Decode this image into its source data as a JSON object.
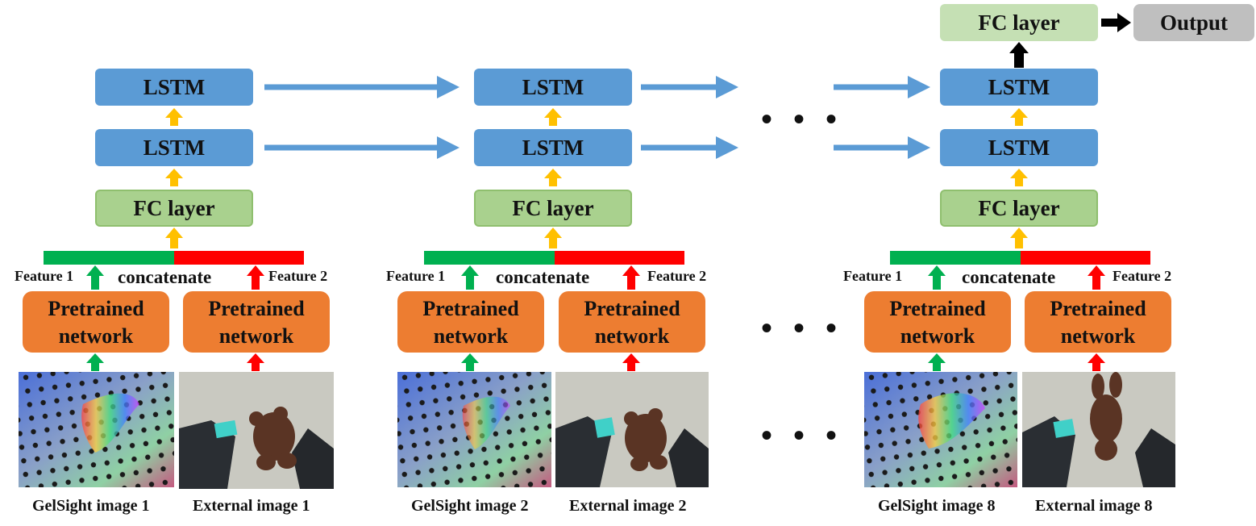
{
  "labels": {
    "lstm": "LSTM",
    "fc": "FC layer",
    "pretrained": "Pretrained network",
    "concatenate": "concatenate",
    "feature1": "Feature 1",
    "feature2": "Feature 2",
    "output": "Output"
  },
  "dots": "• • •",
  "columns": [
    {
      "gelsight_caption": "GelSight image 1",
      "external_caption": "External image 1"
    },
    {
      "gelsight_caption": "GelSight image 2",
      "external_caption": "External image 2"
    },
    {
      "gelsight_caption": "GelSight image 8",
      "external_caption": "External image 8"
    }
  ],
  "colors": {
    "lstm": "#5b9bd5",
    "fc": "#a9d18e",
    "pretrained": "#ed7d31",
    "output": "#bfbfbf",
    "feature1": "#00b050",
    "feature2": "#ff0000",
    "flow_arrow": "#ffc000",
    "recurrent_arrow": "#5b9bd5"
  }
}
